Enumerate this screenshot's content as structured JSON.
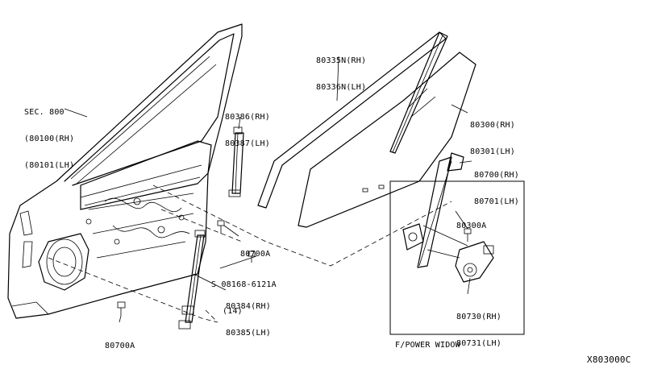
{
  "labels": {
    "sec800": [
      "SEC. 800",
      "(80100(RH)",
      "(80101(LH)"
    ],
    "sash": [
      "80335N(RH)",
      "80336N(LH)"
    ],
    "glass": [
      "80300(RH)",
      "80301(LH)"
    ],
    "regulator": [
      "80700(RH)",
      "80701(LH)"
    ],
    "bolt_a_upper": "80300A",
    "rail_upper": [
      "80386(RH)",
      "80387(LH)"
    ],
    "bolt_mid": "80700A",
    "screw": [
      "S 08168-6121A",
      "(14)"
    ],
    "rail_lower": [
      "80384(RH)",
      "80385(LH)"
    ],
    "motor": [
      "80730(RH)",
      "80731(LH)"
    ],
    "bolt_bottom": "80700A",
    "power_window_box": "F/POWER WIDOW",
    "diagram_code": "X803000C"
  }
}
